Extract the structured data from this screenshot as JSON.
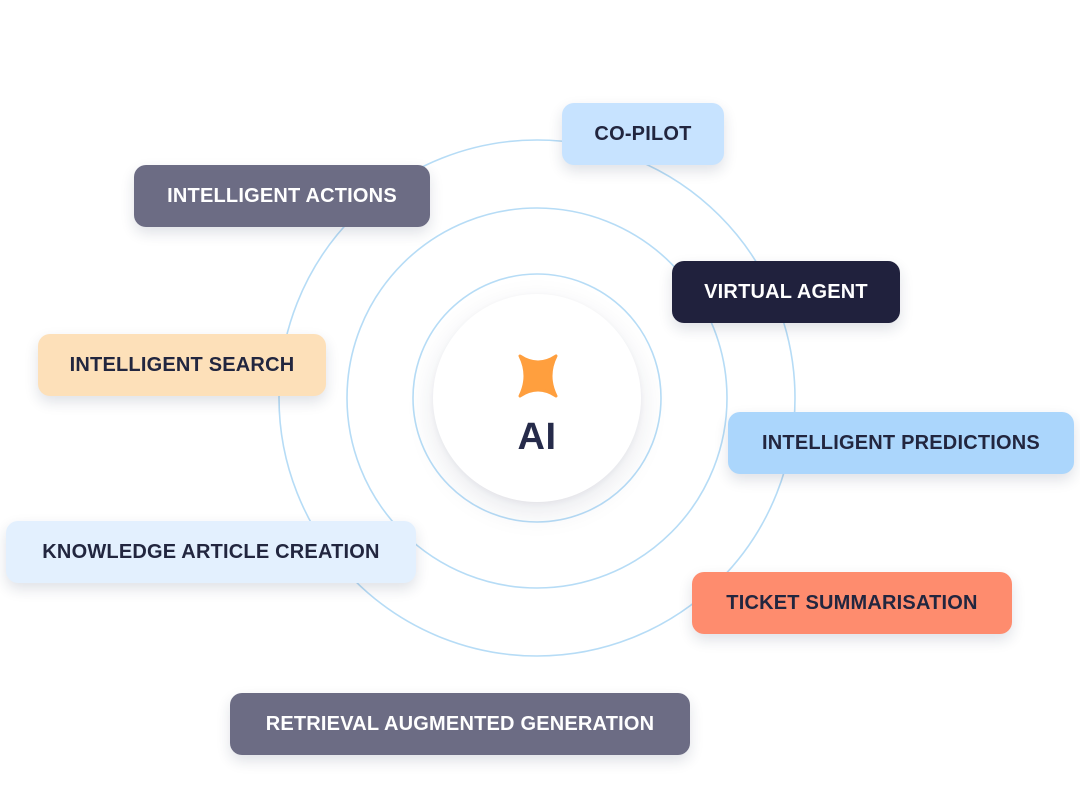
{
  "center": {
    "label": "AI",
    "icon": "sparkle-icon",
    "icon_color": "#ff9f3e"
  },
  "ring_color": "#b6dcf6",
  "capabilities": [
    {
      "label": "CO-PILOT",
      "bg": "#c7e3ff",
      "text_color": "#22263f"
    },
    {
      "label": "INTELLIGENT ACTIONS",
      "bg": "#6c6c84",
      "text_color": "#ffffff"
    },
    {
      "label": "VIRTUAL AGENT",
      "bg": "#20213d",
      "text_color": "#ffffff"
    },
    {
      "label": "INTELLIGENT SEARCH",
      "bg": "#fde0b9",
      "text_color": "#22263f"
    },
    {
      "label": "INTELLIGENT PREDICTIONS",
      "bg": "#abd6fc",
      "text_color": "#22263f"
    },
    {
      "label": "KNOWLEDGE ARTICLE CREATION",
      "bg": "#e3f0fe",
      "text_color": "#22263f"
    },
    {
      "label": "TICKET SUMMARISATION",
      "bg": "#fe8c6e",
      "text_color": "#22263f"
    },
    {
      "label": "RETRIEVAL AUGMENTED GENERATION",
      "bg": "#6c6c84",
      "text_color": "#ffffff"
    }
  ]
}
